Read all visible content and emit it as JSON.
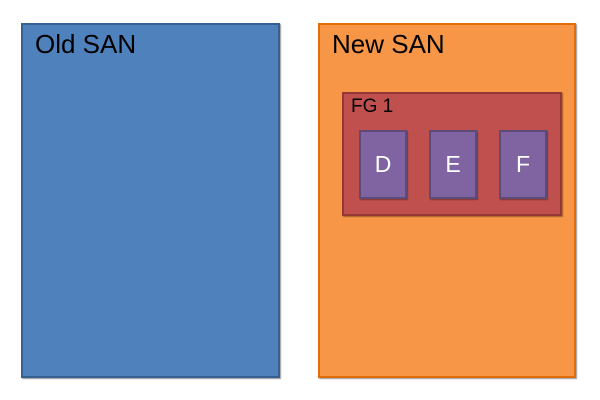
{
  "canvas": {
    "background": "#FFFFFF"
  },
  "old_san": {
    "label": "Old SAN",
    "fill": "#4F81BD",
    "border": "#36608F",
    "text_color": "#000000"
  },
  "new_san": {
    "label": "New SAN",
    "fill": "#F79646",
    "border": "#E36C0A",
    "text_color": "#000000"
  },
  "fg_group": {
    "label": "FG 1",
    "fill": "#C0504D",
    "border": "#953735",
    "text_color": "#000000",
    "nodes": [
      {
        "label": "D"
      },
      {
        "label": "E"
      },
      {
        "label": "F"
      }
    ]
  },
  "node_style": {
    "fill": "#8064A2",
    "border": "#5D4A76",
    "text_color": "#FFFFFF"
  }
}
